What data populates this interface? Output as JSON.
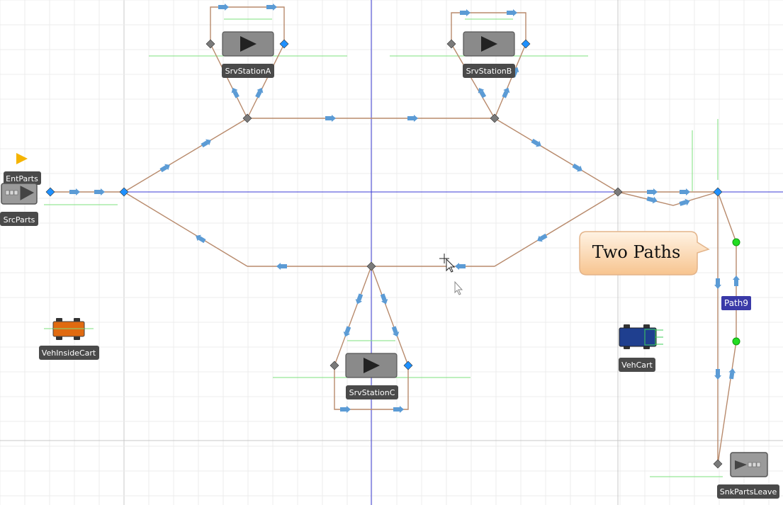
{
  "canvas": {
    "background": "#ffffff",
    "grid_minor": "#ececec",
    "grid_major": "#c8c8c8",
    "axis": "#3b3bd6"
  },
  "colors": {
    "path": "#b88a6c",
    "arrow": "#5b9bd5",
    "node_input": "#7a7a7a",
    "node_output": "#1e90ff",
    "server": "#8a8a8a",
    "label_bg": "#4a4a4a",
    "callout": "#fbe0c4",
    "callout_border": "#e3b48a",
    "path9_bg": "#3a3aa8",
    "green_line": "#7ee07e",
    "source_arrow": "#f5b400"
  },
  "objects": {
    "ent_parts": {
      "label": "EntParts"
    },
    "src_parts": {
      "label": "SrcParts"
    },
    "srv_station_a": {
      "label": "SrvStationA"
    },
    "srv_station_b": {
      "label": "SrvStationB"
    },
    "srv_station_c": {
      "label": "SrvStationC"
    },
    "veh_inside_cart": {
      "label": "VehInsideCart",
      "color": "#e06a10"
    },
    "veh_cart": {
      "label": "VehCart",
      "color": "#1f3f8f"
    },
    "path9": {
      "label": "Path9"
    },
    "snk_parts_leave": {
      "label": "SnkPartsLeave"
    }
  },
  "callout": {
    "text": "Two Paths"
  }
}
